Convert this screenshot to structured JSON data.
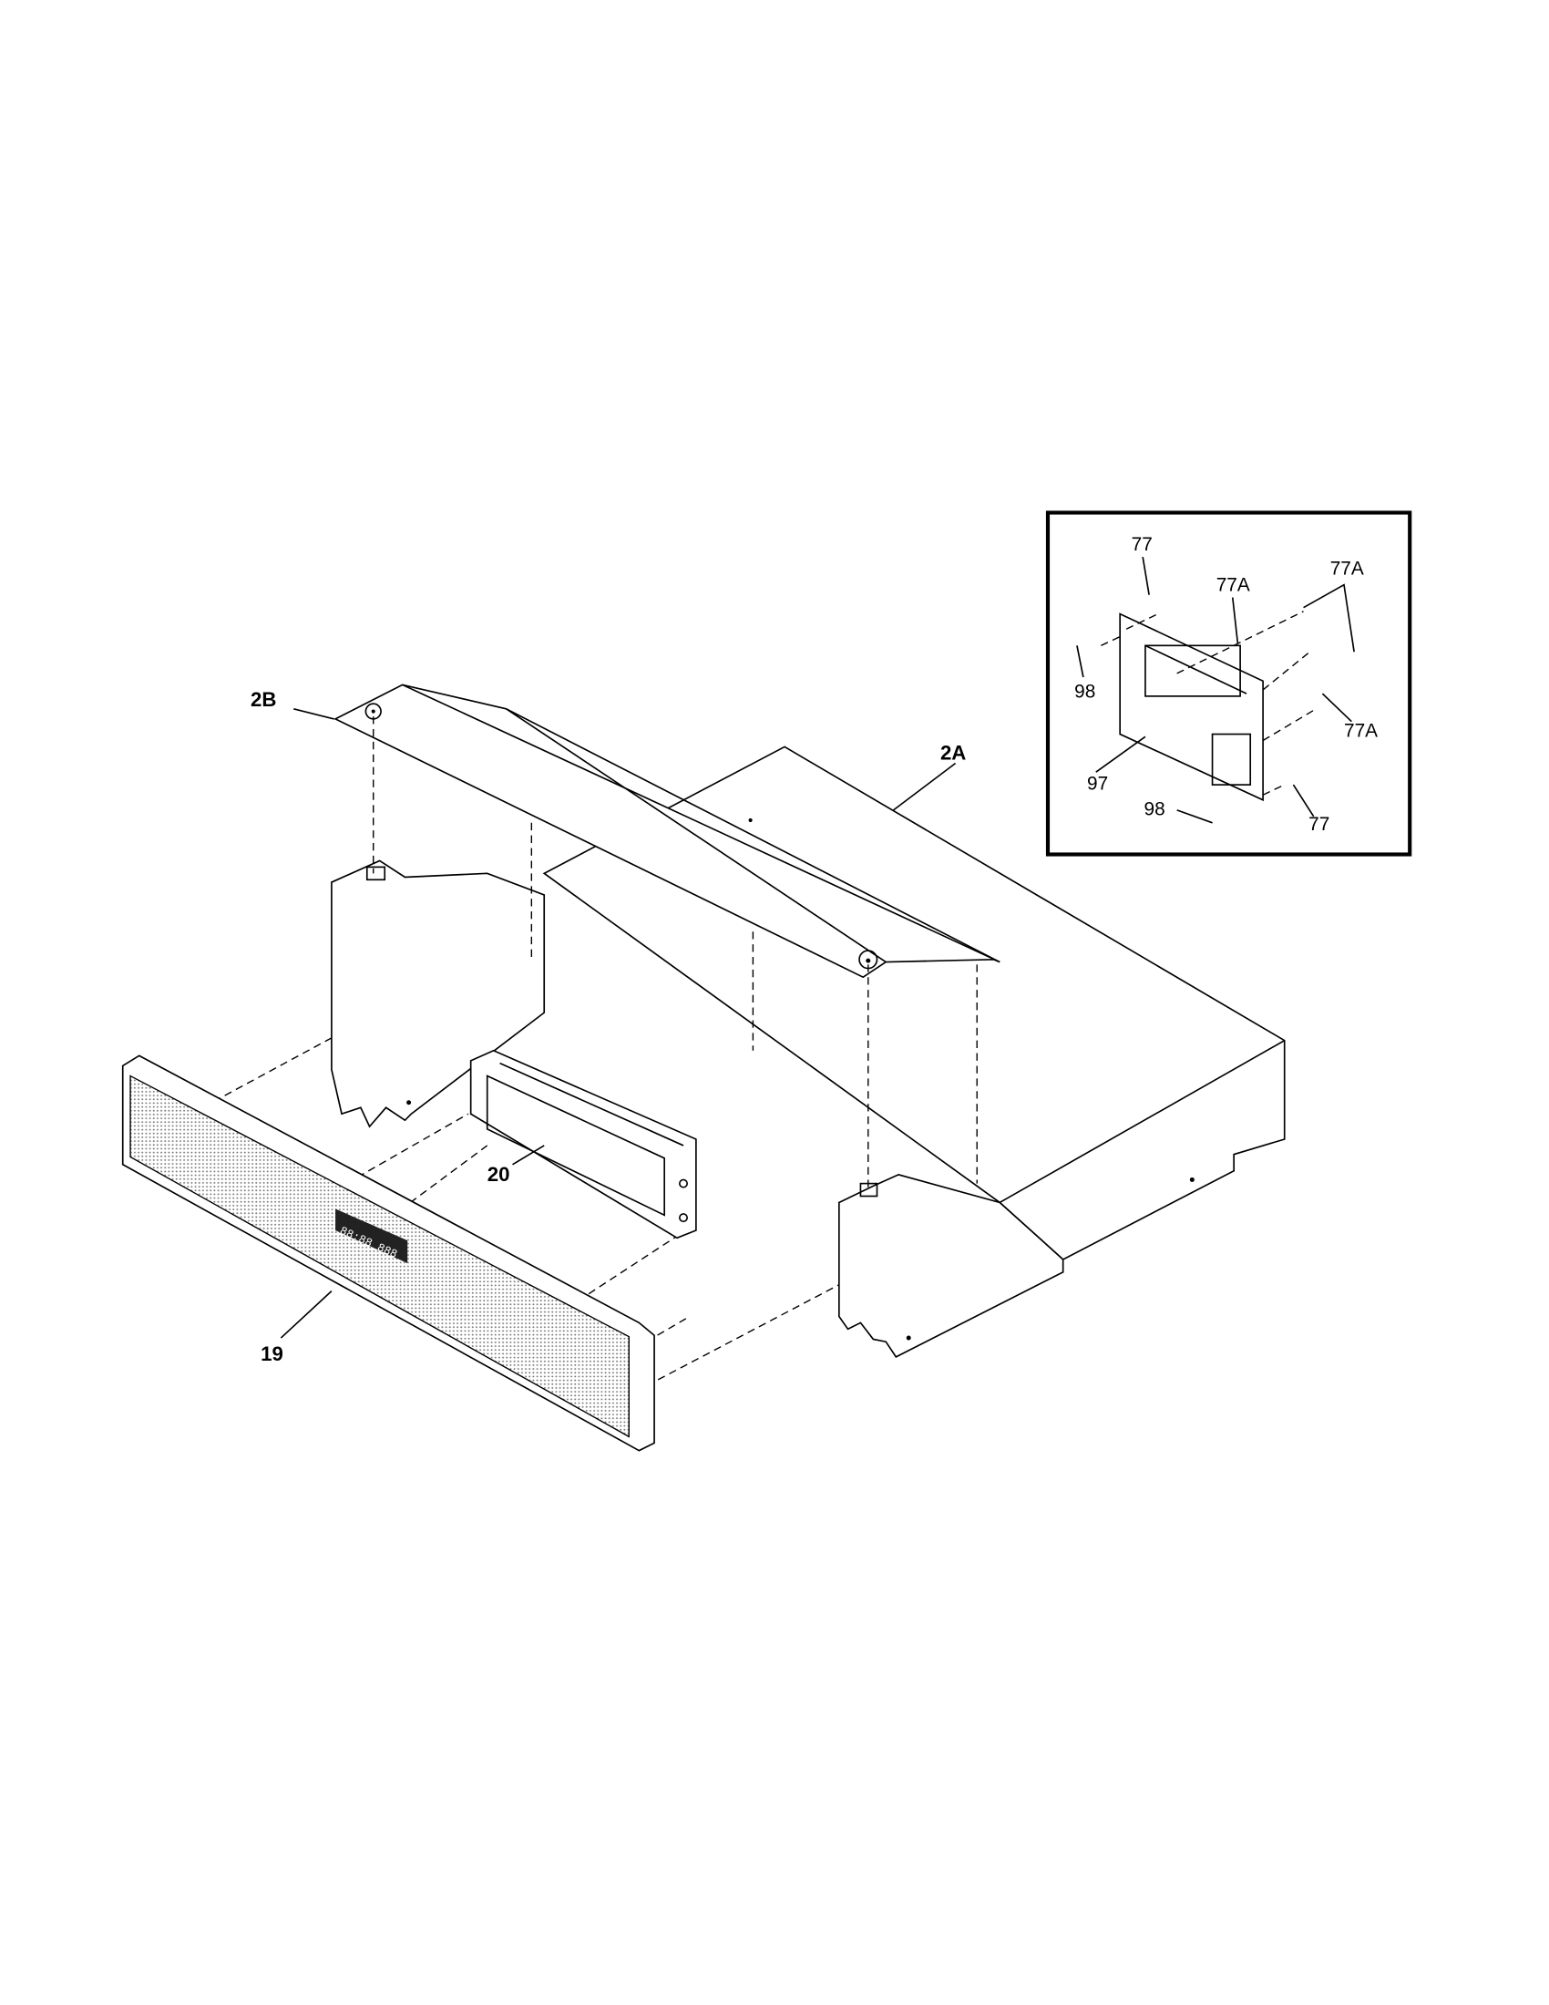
{
  "diagram": {
    "labels": {
      "part_2b": "2B",
      "part_2a": "2A",
      "part_20": "20",
      "part_19": "19"
    },
    "display_digits": "88:88 888",
    "inset": {
      "labels": [
        "77",
        "77A",
        "77A",
        "98",
        "97",
        "98",
        "77A",
        "77"
      ]
    }
  }
}
